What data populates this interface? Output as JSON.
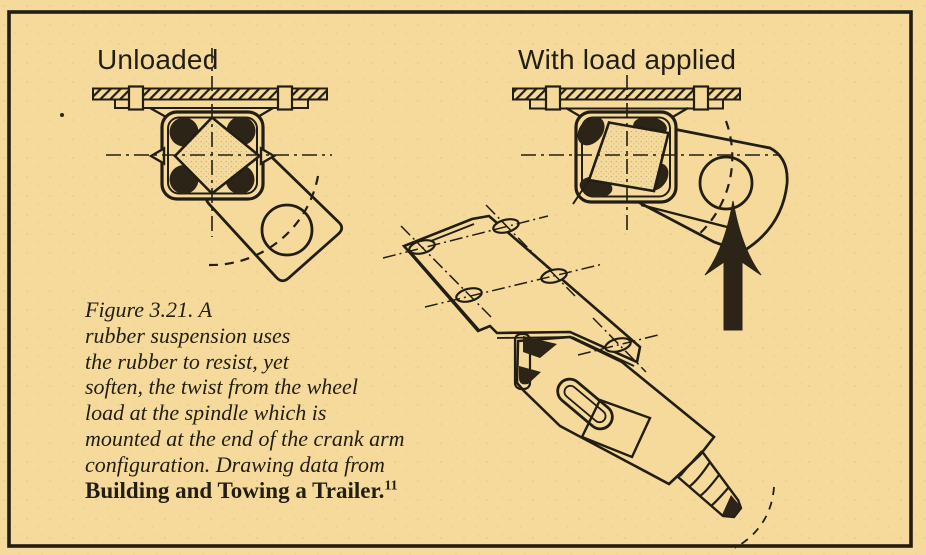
{
  "figure": {
    "unloaded_label": "Unloaded",
    "loaded_label": "With load applied"
  },
  "caption": {
    "lines": [
      "Figure 3.21.  A",
      "rubber suspension uses",
      "the rubber to resist, yet",
      "soften, the twist from the wheel",
      "load at the spindle which is",
      "mounted at the end of the crank arm",
      "configuration.  Drawing data from"
    ],
    "source_title": "Building and Towing a Trailer.",
    "footnote_marker": "11"
  },
  "colors": {
    "paper": "#f5da9c",
    "ink": "#221e13",
    "rubber_dark": "#2b2417"
  }
}
